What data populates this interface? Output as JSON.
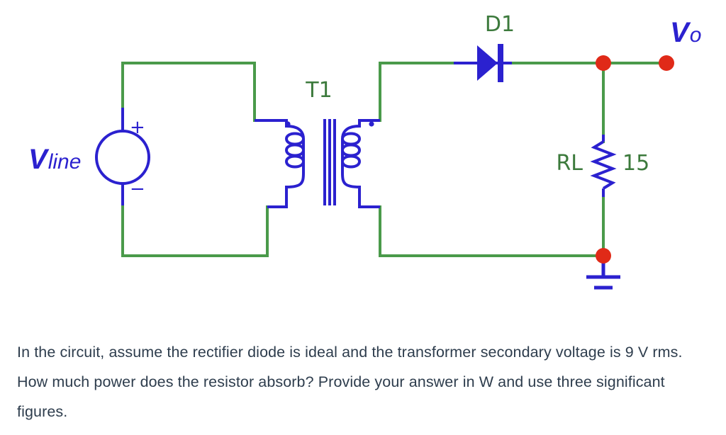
{
  "schematic": {
    "title_alt": "Half-wave rectifier circuit with transformer",
    "colors": {
      "wire_green": "#4a9a4a",
      "component_blue": "#2b21cf",
      "label_green": "#3c7a3c",
      "node_red": "#e02a18",
      "background": "#ffffff",
      "question_text": "#2e3d4d"
    },
    "labels": {
      "source_name_main": "V",
      "source_name_sub": "line",
      "transformer_ref": "T1",
      "diode_ref": "D1",
      "resistor_ref": "RL",
      "resistor_value": "15",
      "output_name_main": "V",
      "output_name_sub": "o",
      "polarity_plus": "+",
      "polarity_minus": "−"
    },
    "components": [
      {
        "name": "voltage-source",
        "ref": "Vline",
        "type": "ac-source-circle"
      },
      {
        "name": "transformer",
        "ref": "T1",
        "type": "iron-core-transformer",
        "turns": 3
      },
      {
        "name": "diode",
        "ref": "D1",
        "type": "rectifier-diode"
      },
      {
        "name": "resistor",
        "ref": "RL",
        "type": "zigzag-resistor",
        "value": "15"
      },
      {
        "name": "ground",
        "ref": "",
        "type": "earth-ground"
      }
    ],
    "nodes": [
      {
        "name": "output-node",
        "label": ""
      },
      {
        "name": "output-terminal",
        "label": "Vo"
      },
      {
        "name": "ground-node",
        "label": ""
      }
    ]
  },
  "question": {
    "text": "In the circuit, assume the rectifier diode is ideal and the transformer secondary voltage is 9 V rms. How much power does the resistor absorb? Provide your answer in W and use three significant figures."
  }
}
